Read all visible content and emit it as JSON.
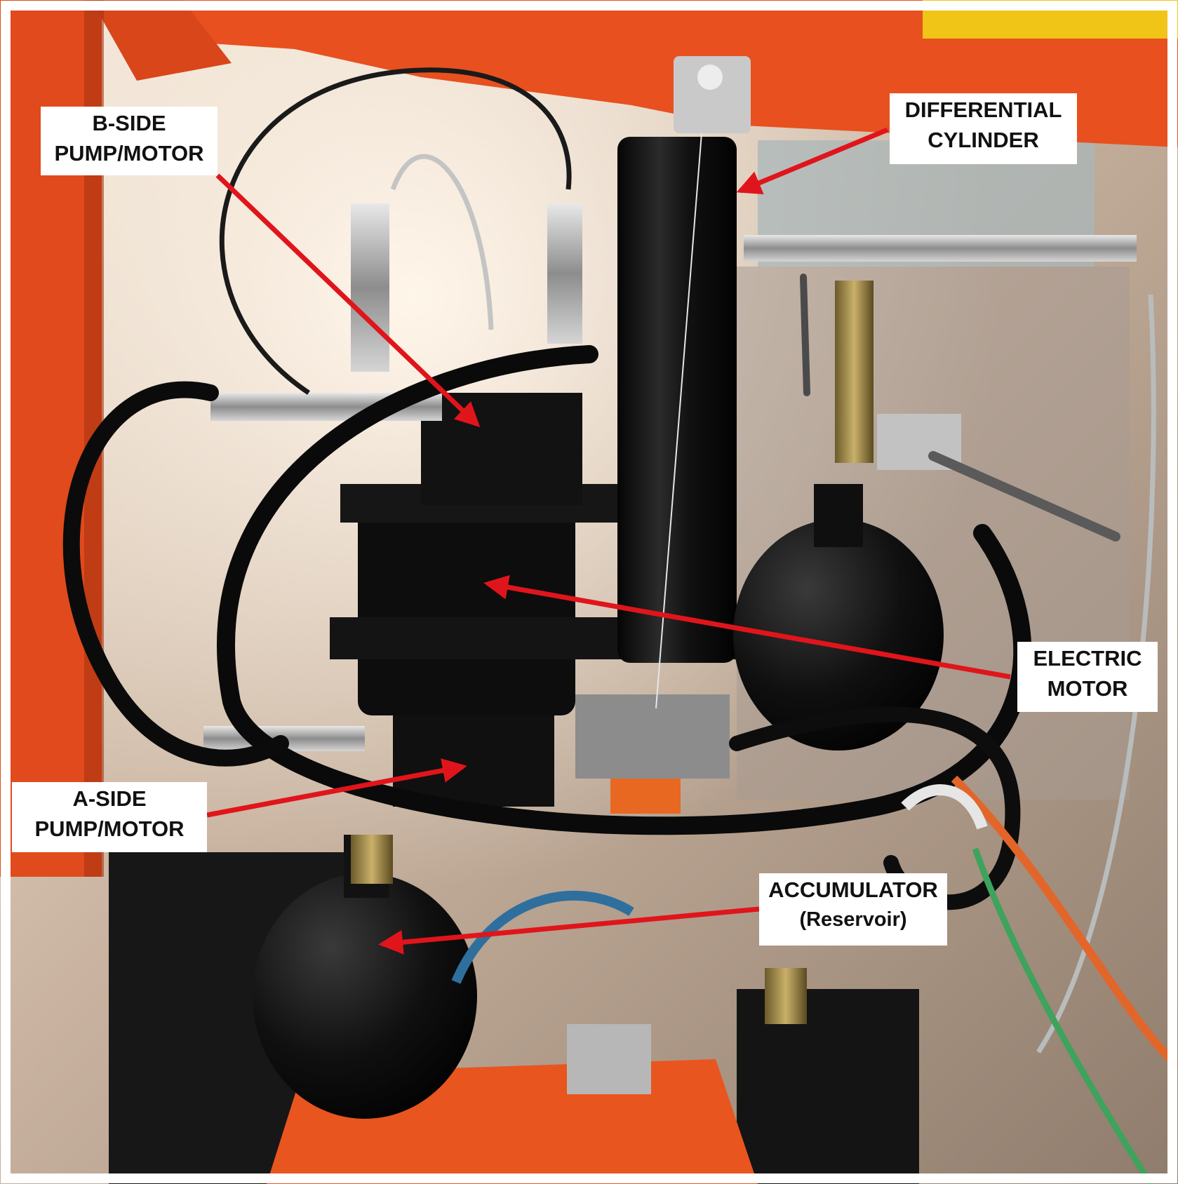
{
  "figure": {
    "labels": {
      "b_side": {
        "line1": "B-SIDE",
        "line2": "PUMP/MOTOR"
      },
      "differential": {
        "line1": "DIFFERENTIAL",
        "line2": "CYLINDER"
      },
      "electric": {
        "line1": "ELECTRIC",
        "line2": "MOTOR"
      },
      "a_side": {
        "line1": "A-SIDE",
        "line2": "PUMP/MOTOR"
      },
      "accumulator": {
        "line1": "ACCUMULATOR",
        "line2": "(Reservoir)"
      }
    },
    "colors": {
      "frame_orange": "#e8501f",
      "arrow_red": "#e0151b",
      "label_background": "#ffffff",
      "label_text": "#111111"
    }
  }
}
